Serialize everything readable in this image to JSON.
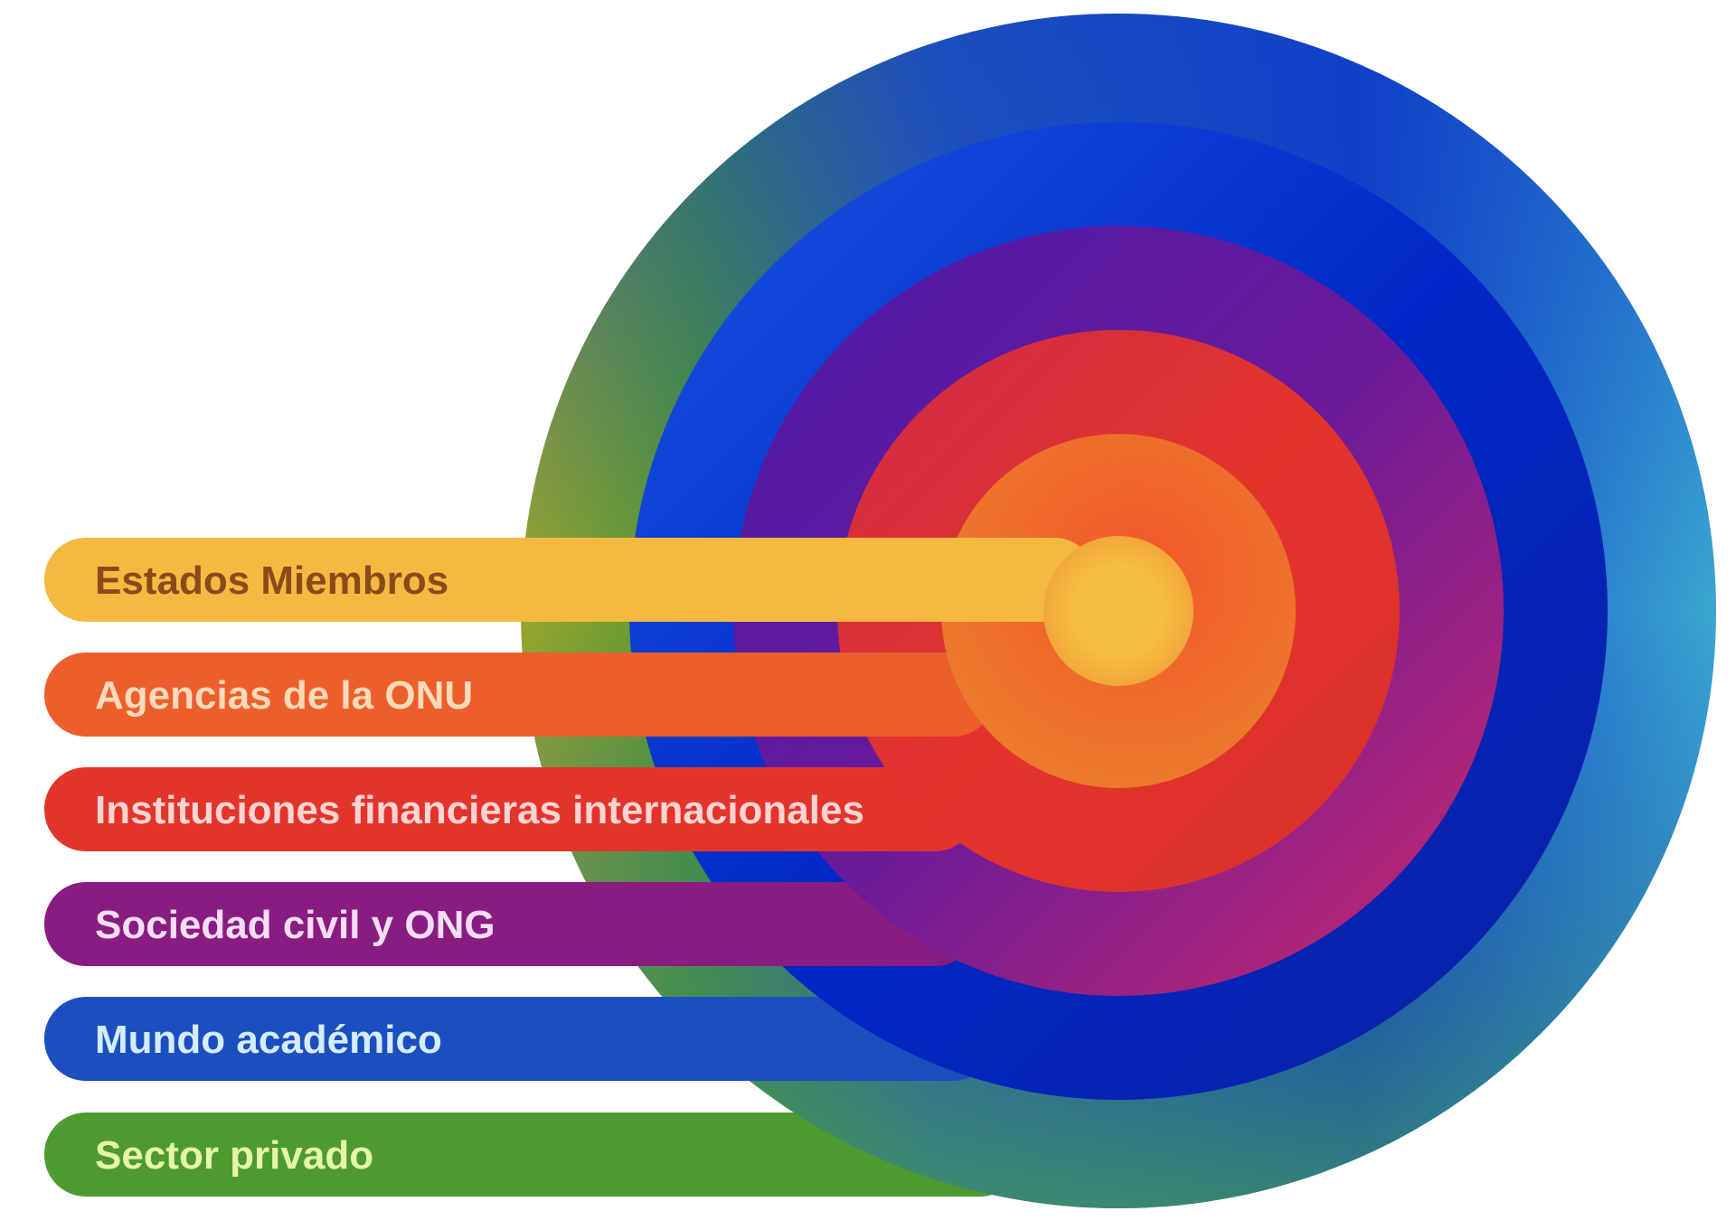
{
  "diagram": {
    "layers": [
      {
        "label": "Estados Miembros",
        "bar_color": "#f5b942",
        "text_color": "#8a4a1a"
      },
      {
        "label": "Agencias de la ONU",
        "bar_color": "#ec5f2c",
        "text_color": "#fcd9b8"
      },
      {
        "label": "Instituciones financieras internacionales",
        "bar_color": "#e3342c",
        "text_color": "#fbd3d0"
      },
      {
        "label": "Sociedad civil y ONG",
        "bar_color": "#891c80",
        "text_color": "#f5ddf5"
      },
      {
        "label": "Mundo académico",
        "bar_color": "#1b4fc0",
        "text_color": "#d4ecff"
      },
      {
        "label": "Sector privado",
        "bar_color": "#4f9a30",
        "text_color": "#e4f7a8"
      }
    ]
  }
}
